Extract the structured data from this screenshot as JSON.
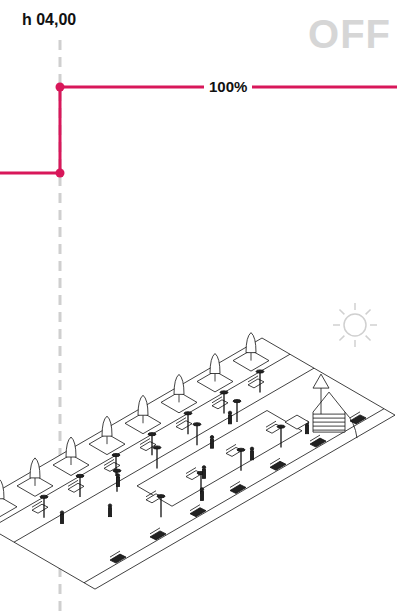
{
  "diagram": {
    "labels": [
      "h 04,00",
      "OFF",
      "100%"
    ]
  }
}
